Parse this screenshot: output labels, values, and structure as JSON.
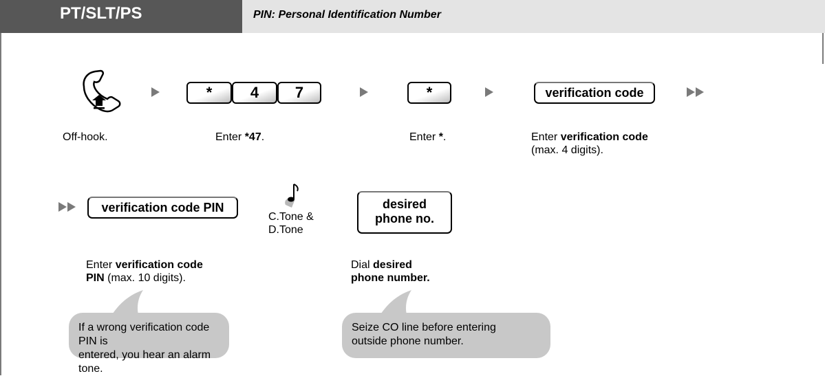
{
  "header": {
    "title": "PT/SLT/PS",
    "subtitle": "PIN: Personal Identification Number"
  },
  "steps_row1": {
    "offhook_caption": "Off-hook.",
    "key_star": "*",
    "key_4": "4",
    "key_7": "7",
    "enter47_prefix": "Enter ",
    "enter47_code": "*47",
    "enter47_suffix": ".",
    "enter_star_prefix": "Enter ",
    "enter_star_code": "*",
    "enter_star_suffix": ".",
    "verification_code_button": "verification code",
    "verification_caption_prefix": "Enter ",
    "verification_caption_bold": "verification code",
    "verification_caption_line2": "(max. 4 digits)."
  },
  "steps_row2": {
    "pin_button": "verification code PIN",
    "tone_line1": "C.Tone &",
    "tone_line2": "D.Tone",
    "phone_button_line1": "desired",
    "phone_button_line2": "phone no.",
    "pin_caption_prefix": "Enter ",
    "pin_caption_bold1": "verification code",
    "pin_caption_bold2": "PIN",
    "pin_caption_rest": " (max. 10 digits).",
    "dial_caption_prefix": "Dial ",
    "dial_caption_bold1": "desired",
    "dial_caption_bold2": "phone number."
  },
  "notes": {
    "note_pin_line1": "If a wrong verification code PIN is",
    "note_pin_line2": "entered, you hear an alarm tone.",
    "note_co_line1": "Seize CO line before entering",
    "note_co_line2": "outside phone number."
  },
  "icons": [
    "handset-offhook-icon",
    "arrow-right-icon",
    "double-arrow-right-icon",
    "music-note-icon"
  ],
  "colors": {
    "header_dark": "#575757",
    "header_light": "#e4e4e4",
    "bubble": "#c8c8c8",
    "arrow": "#7a7a7a"
  }
}
